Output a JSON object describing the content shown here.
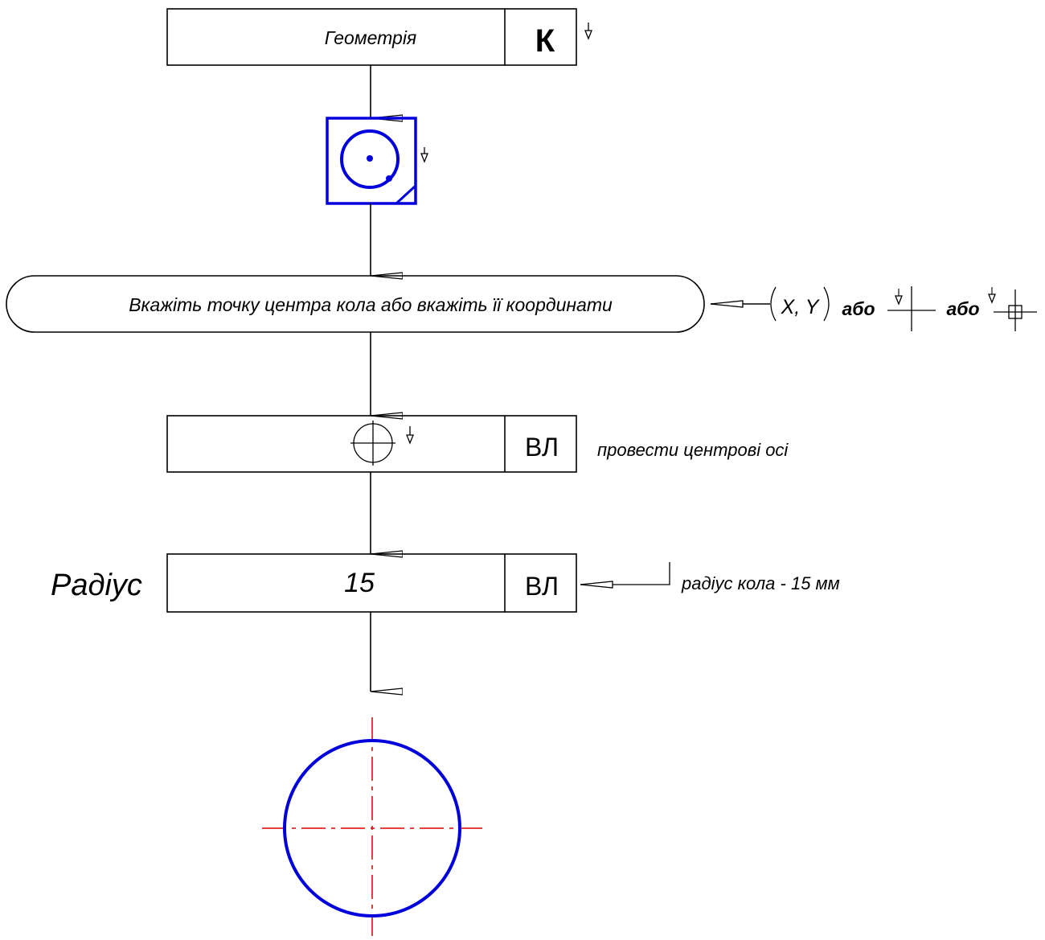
{
  "flow": {
    "geometry_label": "Геометрія",
    "geometry_key": "К",
    "prompt_text": "Вкажіть точку центра кола або вкажіть її координати",
    "coords_text": "X, Y",
    "or_1": "або",
    "or_2": "або",
    "axes_key": "ВЛ",
    "axes_note": "провести центрові осі",
    "radius_label": "Радіус",
    "radius_value": "15",
    "radius_key": "ВЛ",
    "radius_note": "радіус  кола -  15 мм"
  },
  "icons": {
    "circle_tool": "circle-center-point-icon",
    "center_axes": "circle-with-axes-icon",
    "snap_cursor": "crosshair-cursor-icon",
    "snap_box_cursor": "crosshair-box-cursor-icon"
  },
  "colors": {
    "line": "#000000",
    "tool_blue": "#0000dd",
    "result_circle": "#0000dd",
    "axis_red": "#e00000"
  }
}
